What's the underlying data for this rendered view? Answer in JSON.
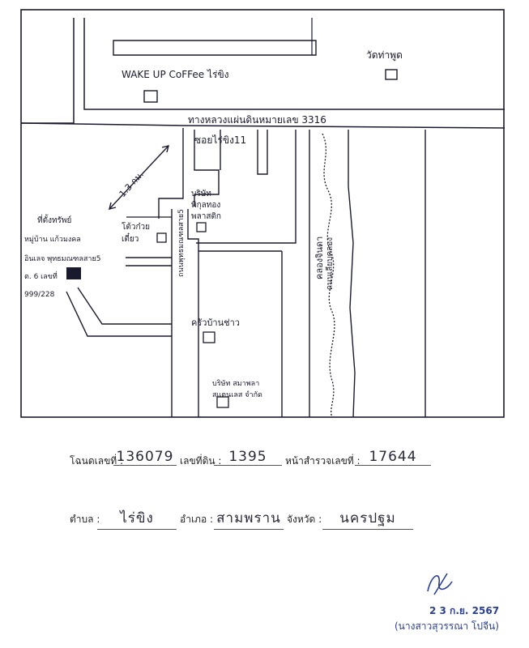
{
  "map": {
    "cafe_label": "WAKE UP CoFFee ไร่ขิง",
    "temple_label": "วัดท่าพูด",
    "highway_label": "ทางหลวงแผ่นดินหมายเลข 3316",
    "soi_label": "ซอยไร่ขิง11",
    "company1_label_1": "บริษัท",
    "company1_label_2": "พิกุลทอง",
    "company1_label_3": "พลาสติก",
    "noodle_label_1": "โต้วก๋วย",
    "noodle_label_2": "เตี๋ยว",
    "distance_label": "1.3 กม.",
    "location_label_1": "ที่ตั้งทรัพย์",
    "location_label_2": "หมู่บ้าน แก้วมงคล",
    "location_label_3": "อินเลจ พุทธมณฑลสาย5",
    "location_label_4": "ต. 6 เลขที่",
    "location_label_5": "999/228",
    "side_road_label": "ถนนพุทธมณฑลสาย5",
    "canal_label": "คลองจินดา",
    "canal_road_label": "ถนนเลียบคลอง",
    "kitchen_label": "ครัวบ้านช่าว",
    "company2_label_1": "บริษัท สมาพลา",
    "company2_label_2": "สแตนเลส จำกัด"
  },
  "form": {
    "deed_no_label": "โฉนดเลขที่ :",
    "deed_no_value": "136079",
    "land_no_label": "เลขที่ดิน :",
    "land_no_value": "1395",
    "survey_page_label": "หน้าสำรวจเลขที่ :",
    "survey_page_value": "17644",
    "subdistrict_label": "ตำบล :",
    "subdistrict_value": "ไร่ขิง",
    "district_label": "อำเภอ :",
    "district_value": "สามพราน",
    "province_label": "จังหวัด :",
    "province_value": "นครปฐม"
  },
  "stamp": {
    "date": "2 3 ก.ย. 2567",
    "name": "(นางสาวสุวรรณา โปจีน)"
  },
  "colors": {
    "ink": "#1a1a2e",
    "stamp_ink": "#2a3f8f"
  }
}
